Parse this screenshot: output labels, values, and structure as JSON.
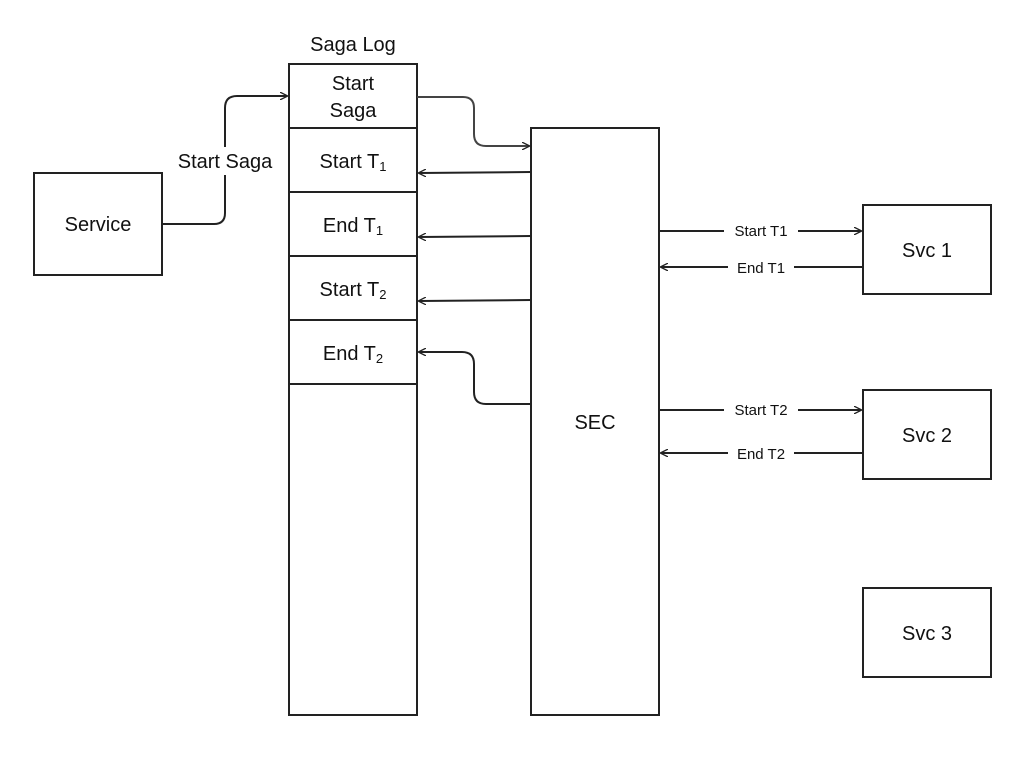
{
  "service": {
    "label": "Service"
  },
  "start_saga_edge": {
    "label": "Start Saga"
  },
  "saga_log": {
    "title": "Saga Log",
    "entries": [
      {
        "lines": [
          "Start",
          "Saga"
        ],
        "sub": ""
      },
      {
        "lines": [
          "Start T"
        ],
        "sub": "1"
      },
      {
        "lines": [
          "End T"
        ],
        "sub": "1"
      },
      {
        "lines": [
          "Start T"
        ],
        "sub": "2"
      },
      {
        "lines": [
          "End T"
        ],
        "sub": "2"
      }
    ]
  },
  "sec": {
    "label": "SEC"
  },
  "services": [
    {
      "label": "Svc 1",
      "request": "Start T1",
      "response": "End T1"
    },
    {
      "label": "Svc 2",
      "request": "Start T2",
      "response": "End T2"
    },
    {
      "label": "Svc 3"
    }
  ],
  "colors": {
    "stroke": "#222222",
    "background": "#ffffff"
  }
}
